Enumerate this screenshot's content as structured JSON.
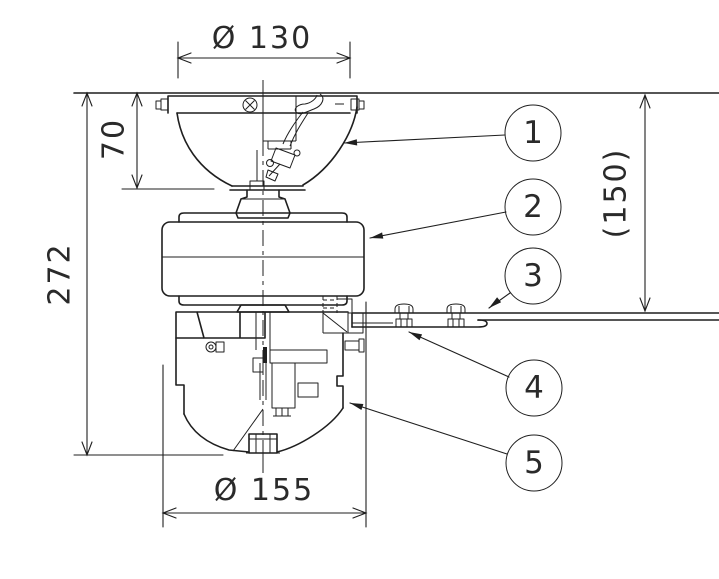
{
  "figure": {
    "description": "ceiling-fan-cross-section-technical-drawing",
    "colors": {
      "line": "#1f1f1f",
      "background": "#ffffff"
    },
    "dimensions": {
      "canopy_diameter": "Ø 130",
      "canopy_height": "70",
      "overall_height": "272",
      "ceiling_to_blade": "(150)",
      "motor_diameter": "Ø 155"
    },
    "callouts": [
      {
        "number": "1"
      },
      {
        "number": "2"
      },
      {
        "number": "3"
      },
      {
        "number": "4"
      },
      {
        "number": "5"
      }
    ]
  }
}
